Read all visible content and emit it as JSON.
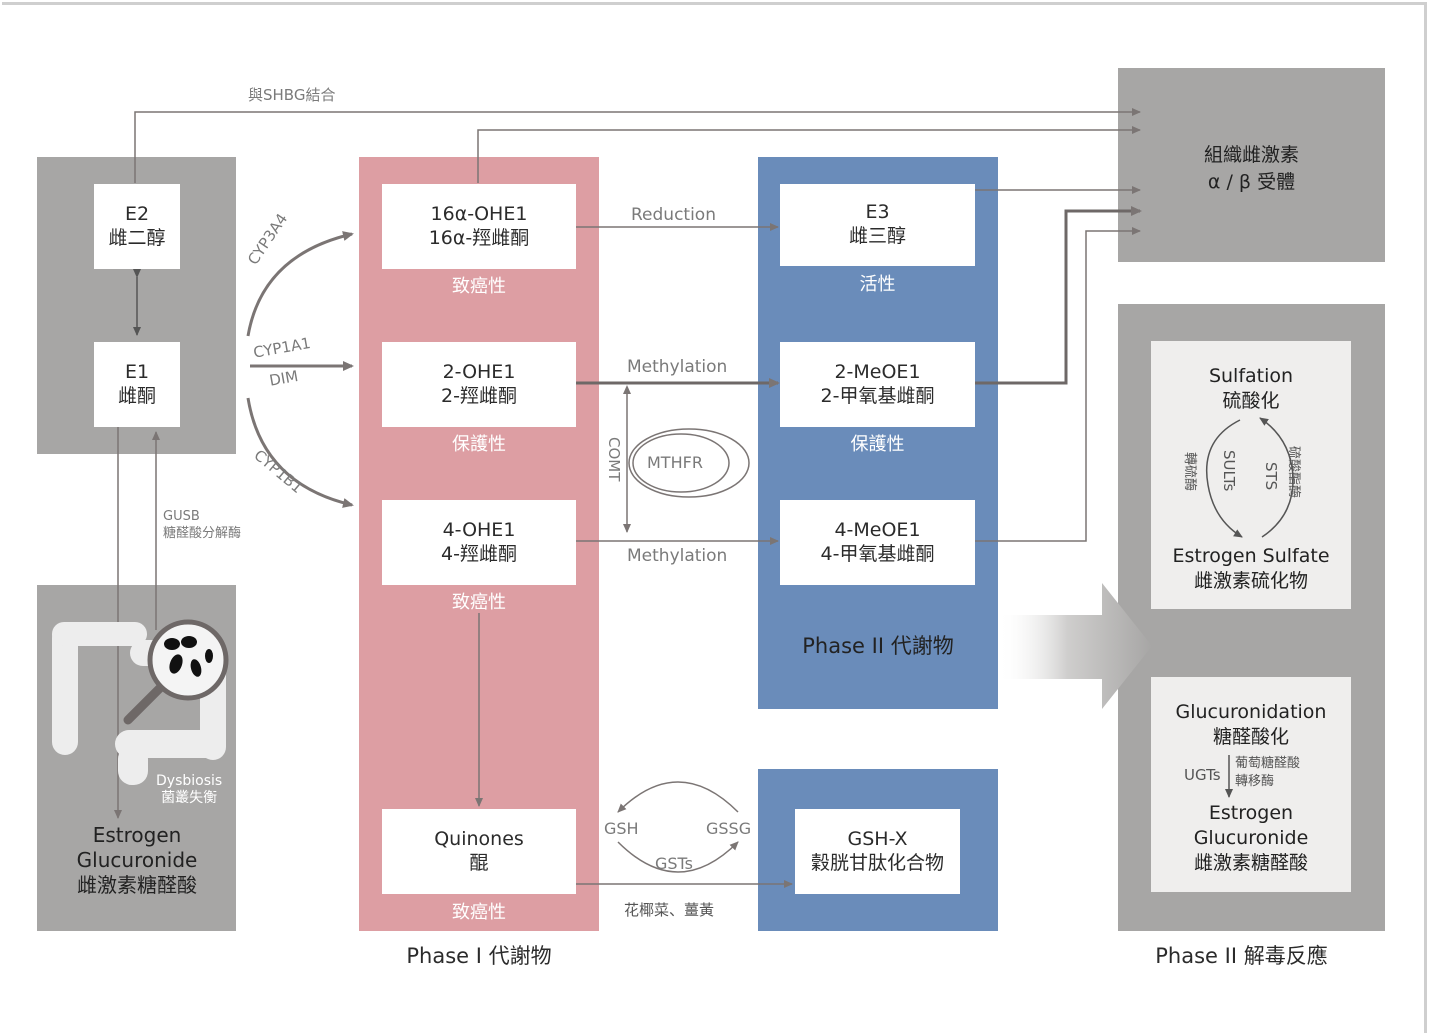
{
  "left": {
    "e2": {
      "name": "E2",
      "zh": "雌二醇"
    },
    "e1": {
      "name": "E1",
      "zh": "雌酮"
    },
    "gusb": {
      "en": "GUSB",
      "zh": "糖醛酸分解酶"
    },
    "dysbiosis": {
      "en": "Dysbiosis",
      "zh": "菌叢失衡"
    },
    "glucuronide": {
      "l1": "Estrogen",
      "l2": "Glucuronide",
      "l3": "雌激素糖醛酸"
    }
  },
  "shbg_label": "與SHBG結合",
  "enzymes": {
    "cyp3a4": "CYP3A4",
    "cyp1a1": "CYP1A1",
    "dim": "DIM",
    "cyp1b1": "CYP1B1"
  },
  "phase1": {
    "title": "Phase I 代謝物",
    "ohe16": {
      "name": "16α-OHE1",
      "zh": "16α-羥雌酮",
      "tag": "致癌性"
    },
    "ohe2": {
      "name": "2-OHE1",
      "zh": "2-羥雌酮",
      "tag": "保護性"
    },
    "ohe4": {
      "name": "4-OHE1",
      "zh": "4-羥雌酮",
      "tag": "致癌性"
    },
    "quinones": {
      "name": "Quinones",
      "zh": "醌",
      "tag": "致癌性"
    }
  },
  "middle": {
    "reduction": "Reduction",
    "methylation_top": "Methylation",
    "methylation_bottom": "Methylation",
    "comt": "COMT",
    "mthfr": "MTHFR",
    "gsh": "GSH",
    "gssg": "GSSG",
    "gsts": "GSTs",
    "veg": "花椰菜、薑黃"
  },
  "phase2m": {
    "title": "Phase II 代謝物",
    "e3": {
      "name": "E3",
      "zh": "雌三醇",
      "tag": "活性"
    },
    "meo2": {
      "name": "2-MeOE1",
      "zh": "2-甲氧基雌酮",
      "tag": "保護性"
    },
    "meo4": {
      "name": "4-MeOE1",
      "zh": "4-甲氧基雌酮"
    },
    "gshx": {
      "name": "GSH-X",
      "zh": "穀胱甘肽化合物"
    }
  },
  "receptor": {
    "l1": "組織雌激素",
    "l2": "α / β 受體"
  },
  "detox": {
    "title": "Phase II 解毒反應",
    "sulfation": {
      "en": "Sulfation",
      "zh": "硫酸化"
    },
    "sults": "SULTs",
    "sults_zh": "轉硫酶",
    "sts": "STS",
    "sts_zh": "硫酸酯酶",
    "sulfate": {
      "en": "Estrogen Sulfate",
      "zh": "雌激素硫化物"
    },
    "glucuronidation": {
      "en": "Glucuronidation",
      "zh": "糖醛酸化"
    },
    "ugts": "UGTs",
    "ugts_zh1": "葡萄糖醛酸",
    "ugts_zh2": "轉移酶",
    "eg": {
      "l1": "Estrogen",
      "l2": "Glucuronide",
      "l3": "雌激素糖醛酸"
    }
  },
  "colors": {
    "gray_panel": "#a7a6a5",
    "pink_panel": "#dd9ea3",
    "blue_panel": "#6a8cba",
    "arrow": "#7b7574"
  }
}
